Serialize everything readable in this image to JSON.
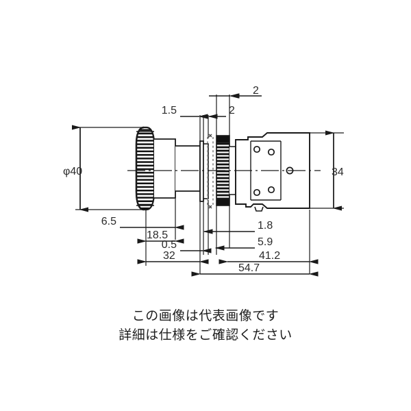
{
  "image": {
    "type": "technical-drawing",
    "subject": "emergency-stop-push-button-switch",
    "view": "side-elevation-dimensioned",
    "background_color": "#ffffff",
    "line_color": "#1a1a1a",
    "dimension_text_color": "#2b2b2b"
  },
  "dimensions": {
    "diameter_head": "φ40",
    "height_body": "34",
    "head_projection": "6.5",
    "head_to_panel": "18.5",
    "front_length": "32",
    "washer_thickness": "0.5",
    "collar_a": "1.5",
    "collar_b": "2",
    "collar_c": "2",
    "flange_thickness": "1.8",
    "nut_width": "5.9",
    "rear_length": "41.2",
    "overall_length": "54.7"
  },
  "dimension_list": [
    {
      "id": "dia40",
      "label": "φ40",
      "orientation": "vertical",
      "side": "left"
    },
    {
      "id": "h34",
      "label": "34",
      "orientation": "vertical",
      "side": "right"
    },
    {
      "id": "d1_5",
      "label": "1.5",
      "orientation": "horizontal",
      "side": "top"
    },
    {
      "id": "d2a",
      "label": "2",
      "orientation": "horizontal",
      "side": "top"
    },
    {
      "id": "d2b",
      "label": "2",
      "orientation": "horizontal",
      "side": "top"
    },
    {
      "id": "d6_5",
      "label": "6.5",
      "orientation": "horizontal",
      "side": "bottom"
    },
    {
      "id": "d18_5",
      "label": "18.5",
      "orientation": "horizontal",
      "side": "bottom"
    },
    {
      "id": "d0_5",
      "label": "0.5",
      "orientation": "horizontal",
      "side": "bottom"
    },
    {
      "id": "d1_8",
      "label": "1.8",
      "orientation": "horizontal",
      "side": "bottom"
    },
    {
      "id": "d5_9",
      "label": "5.9",
      "orientation": "horizontal",
      "side": "bottom"
    },
    {
      "id": "d32",
      "label": "32",
      "orientation": "horizontal",
      "side": "bottom"
    },
    {
      "id": "d41_2",
      "label": "41.2",
      "orientation": "horizontal",
      "side": "bottom"
    },
    {
      "id": "d54_7",
      "label": "54.7",
      "orientation": "horizontal",
      "side": "bottom"
    }
  ],
  "caption": {
    "line1": "この画像は代表画像です",
    "line2": "詳細は仕様をご確認ください"
  }
}
